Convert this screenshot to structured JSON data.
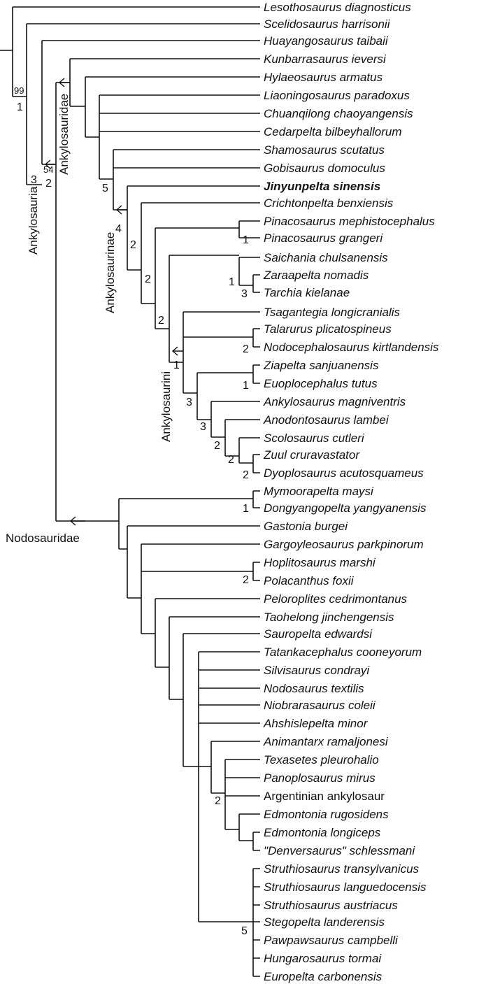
{
  "taxa": [
    {
      "name": "Lesothosaurus diagnosticus",
      "style": "italic"
    },
    {
      "name": "Scelidosaurus harrisonii",
      "style": "italic"
    },
    {
      "name": "Huayangosaurus taibaii",
      "style": "italic"
    },
    {
      "name": "Kunbarrasaurus ieversi",
      "style": "italic"
    },
    {
      "name": "Hylaeosaurus armatus",
      "style": "italic"
    },
    {
      "name": "Liaoningosaurus paradoxus",
      "style": "italic"
    },
    {
      "name": "Chuanqilong chaoyangensis",
      "style": "italic"
    },
    {
      "name": "Cedarpelta bilbeyhallorum",
      "style": "italic"
    },
    {
      "name": "Shamosaurus scutatus",
      "style": "italic"
    },
    {
      "name": "Gobisaurus domoculus",
      "style": "italic"
    },
    {
      "name": "Jinyunpelta sinensis",
      "style": "bold"
    },
    {
      "name": "Crichtonpelta benxiensis",
      "style": "italic"
    },
    {
      "name": "Pinacosaurus mephistocephalus",
      "style": "italic"
    },
    {
      "name": "Pinacosaurus grangeri",
      "style": "italic"
    },
    {
      "name": "Saichania chulsanensis",
      "style": "italic"
    },
    {
      "name": "Zaraapelta nomadis",
      "style": "italic"
    },
    {
      "name": "Tarchia kielanae",
      "style": "italic"
    },
    {
      "name": "Tsagantegia longicranialis",
      "style": "italic"
    },
    {
      "name": "Talarurus plicatospineus",
      "style": "italic"
    },
    {
      "name": "Nodocephalosaurus kirtlandensis",
      "style": "italic"
    },
    {
      "name": "Ziapelta sanjuanensis",
      "style": "italic"
    },
    {
      "name": "Euoplocephalus tutus",
      "style": "italic"
    },
    {
      "name": "Ankylosaurus magniventris",
      "style": "italic"
    },
    {
      "name": "Anodontosaurus lambei",
      "style": "italic"
    },
    {
      "name": "Scolosaurus cutleri",
      "style": "italic"
    },
    {
      "name": "Zuul cruravastator",
      "style": "italic"
    },
    {
      "name": "Dyoplosaurus acutosquameus",
      "style": "italic"
    },
    {
      "name": "Mymoorapelta maysi",
      "style": "italic"
    },
    {
      "name": "Dongyangopelta yangyanensis",
      "style": "italic"
    },
    {
      "name": "Gastonia burgei",
      "style": "italic"
    },
    {
      "name": "Gargoyleosaurus parkpinorum",
      "style": "italic"
    },
    {
      "name": "Hoplitosaurus marshi",
      "style": "italic"
    },
    {
      "name": "Polacanthus foxii",
      "style": "italic"
    },
    {
      "name": "Peloroplites cedrimontanus",
      "style": "italic"
    },
    {
      "name": "Taohelong jinchengensis",
      "style": "italic"
    },
    {
      "name": "Sauropelta edwardsi",
      "style": "italic"
    },
    {
      "name": "Tatankacephalus cooneyorum",
      "style": "italic"
    },
    {
      "name": "Silvisaurus condrayi",
      "style": "italic"
    },
    {
      "name": "Nodosaurus textilis",
      "style": "italic"
    },
    {
      "name": "Niobrarasaurus coleii",
      "style": "italic"
    },
    {
      "name": "Ahshislepelta minor",
      "style": "italic"
    },
    {
      "name": "Animantarx ramaljonesi",
      "style": "italic"
    },
    {
      "name": "Texasetes pleurohalio",
      "style": "italic"
    },
    {
      "name": "Panoplosaurus mirus",
      "style": "italic"
    },
    {
      "name": "Argentinian ankylosaur",
      "style": "plain"
    },
    {
      "name": "Edmontonia rugosidens",
      "style": "italic"
    },
    {
      "name": "Edmontonia longiceps",
      "style": "italic"
    },
    {
      "name": "\"Denversaurus\" schlessmani",
      "style": "italic"
    },
    {
      "name": "Struthiosaurus transylvanicus",
      "style": "italic"
    },
    {
      "name": "Struthiosaurus languedocensis",
      "style": "italic"
    },
    {
      "name": "Struthiosaurus austriacus",
      "style": "italic"
    },
    {
      "name": "Stegopelta landerensis",
      "style": "italic"
    },
    {
      "name": "Pawpawsaurus campbelli",
      "style": "italic"
    },
    {
      "name": "Hungarosaurus tormai",
      "style": "italic"
    },
    {
      "name": "Europelta carbonensis",
      "style": "italic"
    }
  ],
  "support_values": {
    "root_bootstrap": "99",
    "root_bremer": "1",
    "thyreophora_bremer": "3",
    "ankylosauria_bootstrap": "54",
    "ankylosauria_bremer": "2",
    "ankylosaurinae_stem_bremer": "5",
    "ankylosaurinae_bremer": "4",
    "clade_a_bremer": "2",
    "pinacosaurus_bremer": "1",
    "clade_b_bremer": "2",
    "clade_c_bremer": "2",
    "saichania_bremer": "1",
    "zaraapelta_tarchia_bremer": "3",
    "talarurus_bremer": "2",
    "ankylosaurini_bremer": "1",
    "ziapelta_bremer": "1",
    "clade_d_bremer": "3",
    "clade_e_bremer": "3",
    "clade_f_bremer": "2",
    "clade_g_bremer": "2",
    "zuul_dyoplosaurus_bremer": "2",
    "mymoorapelta_bremer": "1",
    "hoplitosaurus_bremer": "2",
    "texasetes_clade_bremer": "2",
    "struthiosaurus_clade_bremer": "5"
  },
  "clade_labels": {
    "ankylosauridae": "Ankylosauridae",
    "ankylosaurinae": "Ankylosaurinae",
    "ankylosaurini": "Ankylosaurini",
    "ankylosauria": "Ankylosauria",
    "nodosauridae": "Nodosauridae"
  }
}
